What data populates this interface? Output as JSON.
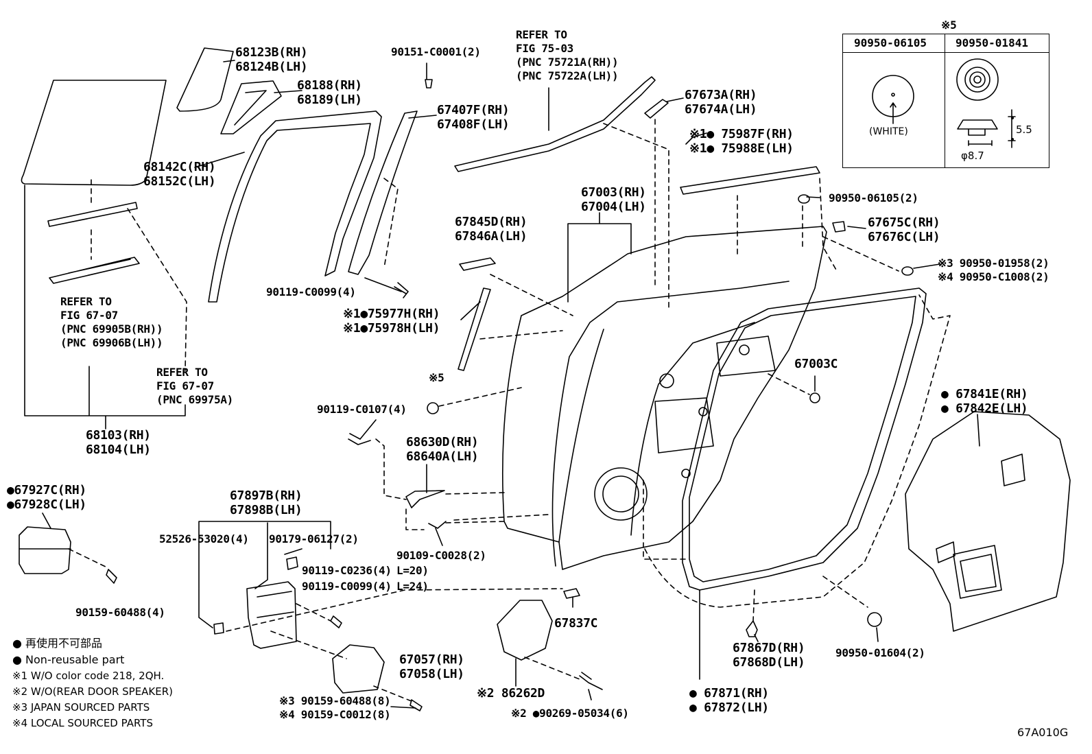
{
  "labels": {
    "p68123": "68123B(RH)\n68124B(LH)",
    "p68188": "68188(RH)\n68189(LH)",
    "p68142": "68142C(RH)\n68152C(LH)",
    "p90151": "90151-C0001(2)",
    "p67407": "67407F(RH)\n67408F(LH)",
    "ref7503": "REFER TO\nFIG 75-03\n(PNC 75721A(RH))\n(PNC 75722A(LH))",
    "p67673": "67673A(RH)\n67674A(LH)",
    "p75987": "※1● 75987F(RH)\n※1● 75988E(LH)",
    "p90950_06105": "90950-06105(2)",
    "p67003": "67003(RH)\n67004(LH)",
    "p67845": "67845D(RH)\n67846A(LH)",
    "p67675": "67675C(RH)\n67676C(LH)",
    "p90950_01958": "※3 90950-01958(2)\n※4 90950-C1008(2)",
    "ref6707a": "REFER TO\nFIG 67-07\n(PNC 69905B(RH))\n(PNC 69906B(LH))",
    "p90119_c0099_top": "90119-C0099(4)",
    "p75977": "※1●75977H(RH)\n※1●75978H(LH)",
    "ref6707b": "REFER TO\nFIG 67-07\n(PNC 69975A)",
    "note5_mark": "※5",
    "p90119_c0107": "90119-C0107(4)",
    "p67003c": "67003C",
    "p68103": "68103(RH)\n68104(LH)",
    "p68630": "68630D(RH)\n68640A(LH)",
    "p67841": "● 67841E(RH)\n● 67842E(LH)",
    "p67927": "●67927C(RH)\n●67928C(LH)",
    "p67897": "67897B(RH)\n67898B(LH)",
    "p52526": "52526-53020(4)",
    "p90179": "90179-06127(2)",
    "p90109": "90109-C0028(2)",
    "p90119_c0236": "90119-C0236(4)",
    "p90119_c0099_b": "90119-C0099(4)",
    "l20": "L=20)",
    "l24": "L=24)",
    "p90159_60488": "90159-60488(4)",
    "p67837c": "67837C",
    "p67867": "67867D(RH)\n67868D(LH)",
    "p90950_01604": "90950-01604(2)",
    "p67057": "67057(RH)\n67058(LH)",
    "p86262": "※2 86262D",
    "p90159_set": "※3 90159-60488(8)\n※4 90159-C0012(8)",
    "p90269": "※2 ●90269-05034(6)",
    "p67871": "● 67871(RH)\n● 67872(LH)",
    "fig_code": "67A010G"
  },
  "legend": {
    "line1": "● 再使用不可部品",
    "line2": "● Non-reusable part",
    "line3": "※1 W/O color code 218, 2QH.",
    "line4": "※2 W/O(REAR DOOR SPEAKER)",
    "line5": "※3 JAPAN SOURCED PARTS",
    "line6": "※4 LOCAL SOURCED PARTS"
  },
  "grommet_table": {
    "mark": "※5",
    "col1": "90950-06105",
    "col2": "90950-01841",
    "white": "(WHITE)",
    "dim_height": "5.5",
    "dim_dia": "φ8.7"
  }
}
